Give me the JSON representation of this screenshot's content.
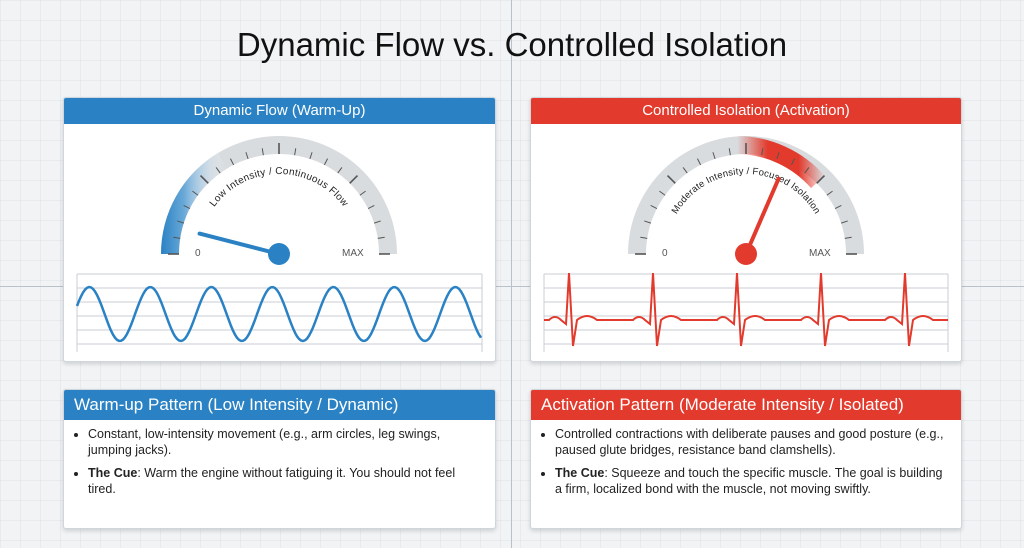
{
  "title": "Dynamic Flow vs. Controlled Isolation",
  "colors": {
    "blue": "#2a82c4",
    "red": "#e23a2c",
    "gauge_gray": "#d9dcdf"
  },
  "left_panel": {
    "header": "Dynamic Flow (Warm-Up)",
    "gauge_label": "Low Intensity / Continuous Flow",
    "min_label": "0",
    "max_label": "MAX",
    "needle_level": 0.08,
    "wave": "sine"
  },
  "right_panel": {
    "header": "Controlled Isolation (Activation)",
    "gauge_label": "Moderate Intensity / Focused Isolation",
    "min_label": "0",
    "max_label": "MAX",
    "needle_level": 0.63,
    "wave": "ecg"
  },
  "left_info": {
    "header": "Warm-up Pattern (Low Intensity / Dynamic)",
    "bullet1": "Constant, low-intensity movement (e.g., arm circles, leg swings, jumping jacks).",
    "bullet2_label": "The Cue",
    "bullet2_text": ": Warm the engine without fatiguing it. You should not feel tired."
  },
  "right_info": {
    "header": "Activation Pattern (Moderate Intensity / Isolated)",
    "bullet1": "Controlled contractions with deliberate pauses and good posture (e.g., paused glute bridges, resistance band clamshells).",
    "bullet2_label": "The Cue",
    "bullet2_text": ": Squeeze and touch the specific muscle. The goal is building a firm, localized bond with the muscle, not moving swiftly."
  }
}
